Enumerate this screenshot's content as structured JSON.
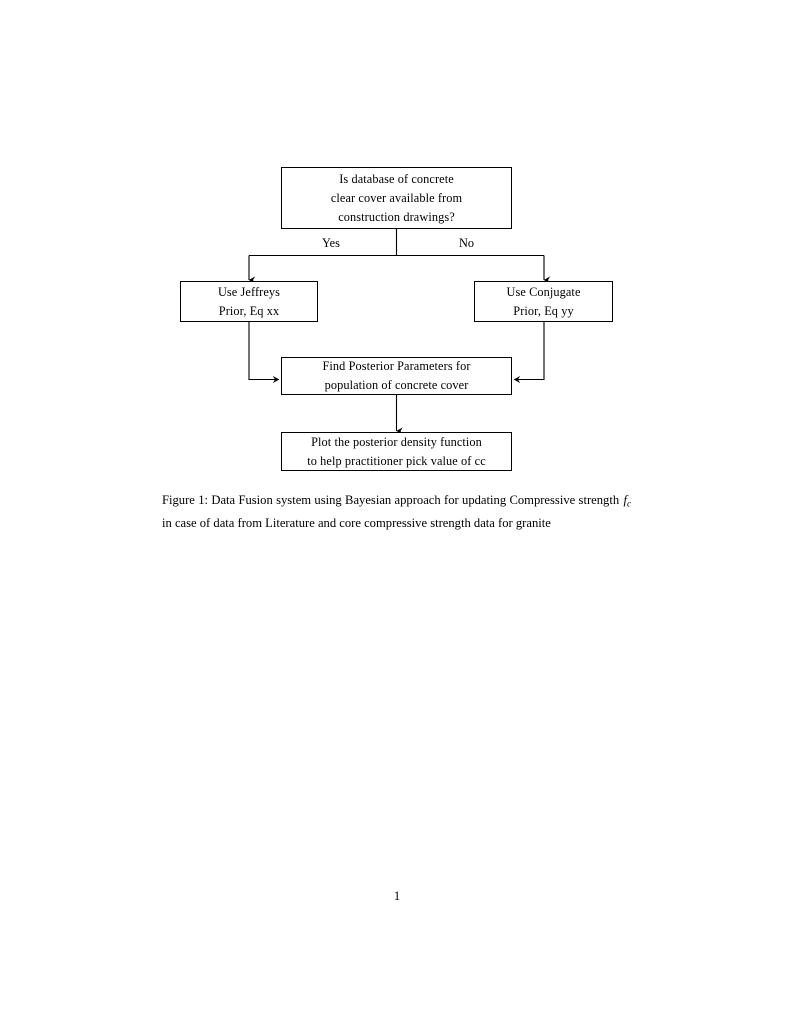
{
  "document": {
    "page_number": "1"
  },
  "figure": {
    "nodes": {
      "decision": {
        "line1": "Is database of concrete",
        "line2": "clear cover available from",
        "line3": "construction drawings?"
      },
      "jeffreys": {
        "line1": "Use Jeffreys",
        "line2": "Prior, Eq xx"
      },
      "conjugate": {
        "line1": "Use Conjugate",
        "line2": "Prior, Eq yy"
      },
      "posterior": {
        "line1": "Find Posterior Parameters for",
        "line2": "population of concrete cover"
      },
      "plot": {
        "line1": "Plot the posterior density function",
        "line2": "to help practitioner pick value of cc"
      }
    },
    "edge_labels": {
      "yes": "Yes",
      "no": "No"
    },
    "caption": {
      "label": "Figure 1:",
      "text_before_math": "Data Fusion system using Bayesian approach for updating Compressive strength",
      "math_symbol": "f",
      "math_subscript": "c",
      "text_after_math": "in case of data from Literature and core compressive strength data for granite"
    },
    "colors": {
      "stroke": "#000000",
      "fill": "#ffffff",
      "text": "#000000"
    }
  }
}
